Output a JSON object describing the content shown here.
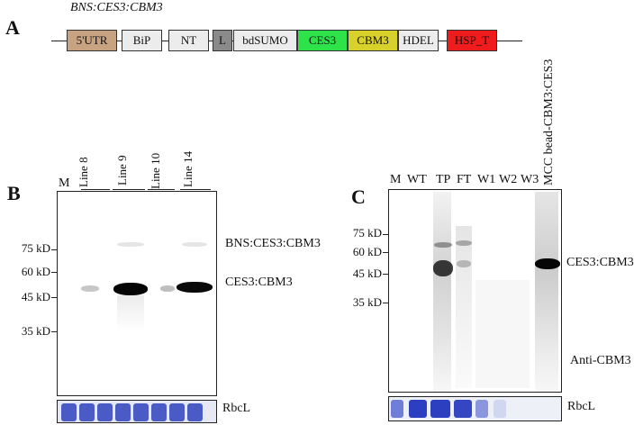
{
  "panel_a": {
    "letter": "A",
    "construct_name": "BNS:CES3:CBM3",
    "segments": [
      {
        "label": "5'UTR",
        "color": "#c7a381"
      },
      {
        "label": "BiP",
        "color": "#ececec"
      },
      {
        "label": "NT",
        "color": "#ececec"
      },
      {
        "label": "L",
        "color": "#8a8a8a"
      },
      {
        "label": "bdSUMO",
        "color": "#ececec"
      },
      {
        "label": "CES3",
        "color": "#2ee24a"
      },
      {
        "label": "CBM3",
        "color": "#d8d12c"
      },
      {
        "label": "HDEL",
        "color": "#ececec"
      },
      {
        "label": "HSP_T",
        "color": "#ee1c1c"
      }
    ]
  },
  "panel_b": {
    "letter": "B",
    "marker_lane": "M",
    "lanes": [
      "Line 8",
      "Line 9",
      "Line 10",
      "Line 14"
    ],
    "mw_labels": [
      "75 kD",
      "60 kD",
      "45 kD",
      "35 kD"
    ],
    "annotations": {
      "upper": "BNS:CES3:CBM3",
      "main": "CES3:CBM3"
    },
    "loading_control": "RbcL"
  },
  "panel_c": {
    "letter": "C",
    "lanes": [
      "M",
      "WT",
      "TP",
      "FT",
      "W1",
      "W2",
      "W3"
    ],
    "rotated_lane": "MCC bead-CBM3:CES3",
    "mw_labels": [
      "75 kD",
      "60 kD",
      "45 kD",
      "35 kD"
    ],
    "annotations": {
      "main": "CES3:CBM3",
      "antibody": "Anti-CBM3"
    },
    "loading_control": "RbcL"
  }
}
